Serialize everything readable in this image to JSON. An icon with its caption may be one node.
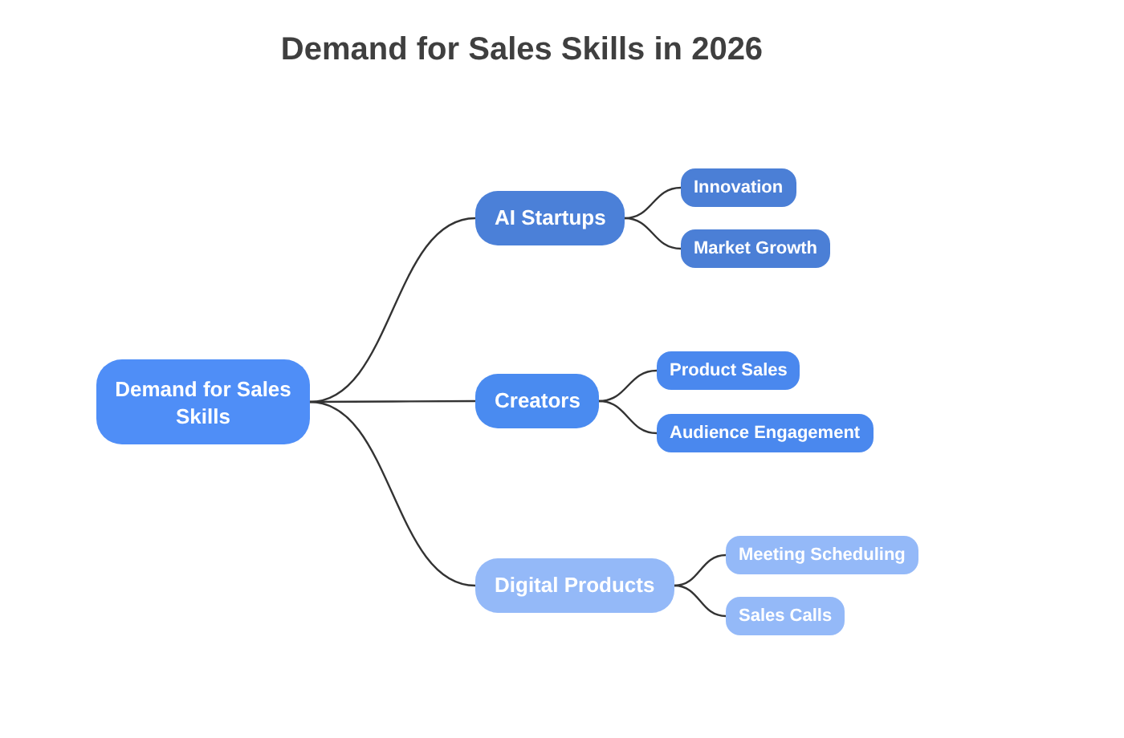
{
  "diagram": {
    "title": "Demand for Sales Skills in 2026",
    "nodes": [
      {
        "text": [
          "Demand for Sales Skills"
        ]
      },
      {
        "text": [
          "AI Startups"
        ]
      },
      {
        "text": [
          "Innovation"
        ]
      },
      {
        "text": [
          "Market Growth"
        ]
      },
      {
        "text": [
          "Creators"
        ]
      },
      {
        "text": [
          "Product Sales"
        ]
      },
      {
        "text": [
          "Audience Engagement"
        ]
      },
      {
        "text": [
          "Digital Products"
        ]
      },
      {
        "text": [
          "Meeting Scheduling"
        ]
      },
      {
        "text": [
          "Sales Calls"
        ]
      }
    ],
    "edges": [
      {
        "from": 0,
        "to": 1,
        "arrow": "none"
      },
      {
        "from": 0,
        "to": 4,
        "arrow": "none"
      },
      {
        "from": 0,
        "to": 7,
        "arrow": "none"
      },
      {
        "from": 1,
        "to": 2,
        "arrow": "none"
      },
      {
        "from": 1,
        "to": 3,
        "arrow": "none"
      },
      {
        "from": 4,
        "to": 5,
        "arrow": "none"
      },
      {
        "from": 4,
        "to": 6,
        "arrow": "none"
      },
      {
        "from": 7,
        "to": 8,
        "arrow": "none"
      },
      {
        "from": 7,
        "to": 9,
        "arrow": "none"
      }
    ]
  }
}
